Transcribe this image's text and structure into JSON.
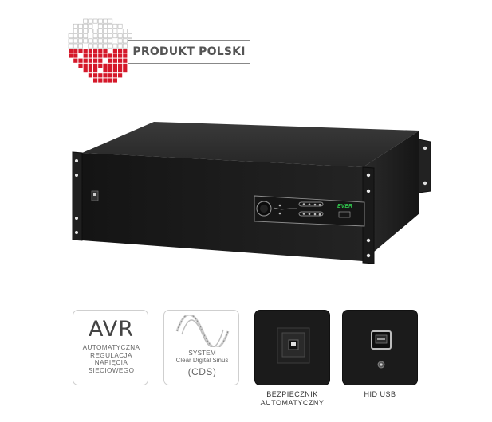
{
  "badge": {
    "label": "PRODUKT POLSKI"
  },
  "ups": {
    "brand": "EVER"
  },
  "features": {
    "avr": {
      "title": "AVR",
      "description": "AUTOMATYCZNA REGULACJA NAPIĘCIA SIECIOWEGO"
    },
    "cds": {
      "line1": "SYSTEM",
      "line2": "Clear Digital Sinus",
      "line3": "(CDS)"
    },
    "breaker": {
      "caption": "BEZPIECZNIK AUTOMATYCZNY"
    },
    "usb": {
      "caption": "HID USB"
    }
  },
  "colors": {
    "badge_red": "#d5182a",
    "brand_green": "#2fbf4a",
    "chassis": "#1c1c1c"
  }
}
